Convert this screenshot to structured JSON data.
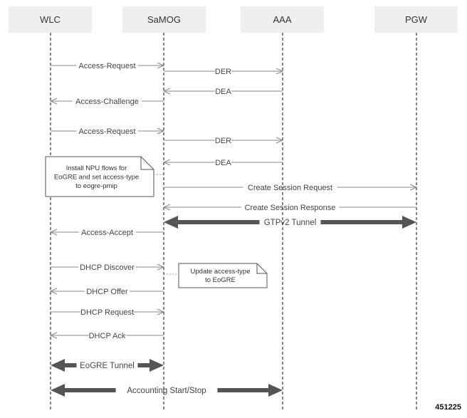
{
  "participants": [
    "WLC",
    "SaMOG",
    "AAA",
    "PGW"
  ],
  "messages": [
    {
      "label": "Access-Request",
      "from": "WLC",
      "to": "SaMOG"
    },
    {
      "label": "DER",
      "from": "SaMOG",
      "to": "AAA"
    },
    {
      "label": "DEA",
      "from": "AAA",
      "to": "SaMOG"
    },
    {
      "label": "Access-Challenge",
      "from": "SaMOG",
      "to": "WLC"
    },
    {
      "label": "Access-Request",
      "from": "WLC",
      "to": "SaMOG"
    },
    {
      "label": "DER",
      "from": "SaMOG",
      "to": "AAA"
    },
    {
      "label": "DEA",
      "from": "AAA",
      "to": "SaMOG"
    },
    {
      "label": "Create Session Request",
      "from": "SaMOG",
      "to": "PGW"
    },
    {
      "label": "Create Session Response",
      "from": "PGW",
      "to": "SaMOG"
    },
    {
      "label": "GTPv2 Tunnel",
      "from": "SaMOG",
      "to": "PGW",
      "kind": "tunnel"
    },
    {
      "label": "Access-Accept",
      "from": "SaMOG",
      "to": "WLC"
    },
    {
      "label": "DHCP Discover",
      "from": "WLC",
      "to": "SaMOG"
    },
    {
      "label": "DHCP Offer",
      "from": "SaMOG",
      "to": "WLC"
    },
    {
      "label": "DHCP Request",
      "from": "WLC",
      "to": "SaMOG"
    },
    {
      "label": "DHCP Ack",
      "from": "SaMOG",
      "to": "WLC"
    },
    {
      "label": "EoGRE Tunnel",
      "from": "WLC",
      "to": "SaMOG",
      "kind": "tunnel"
    },
    {
      "label": "Accounting Start/Stop",
      "from": "WLC",
      "to": "AAA",
      "kind": "tunnel"
    }
  ],
  "notes": [
    {
      "lines": [
        "Install NPU flows for",
        "EoGRE and set access-type",
        "to eogre-pmip"
      ]
    },
    {
      "lines": [
        "Update access-type",
        "to EoGRE"
      ]
    }
  ],
  "figure_id": "451225"
}
